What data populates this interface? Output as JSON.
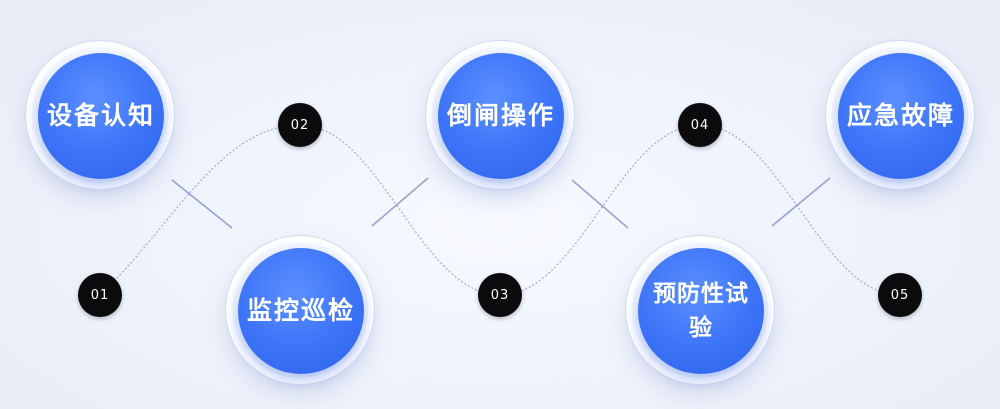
{
  "steps": [
    {
      "number": "01",
      "label": "设备认知",
      "position": "top"
    },
    {
      "number": "02",
      "label": "监控巡检",
      "position": "bottom"
    },
    {
      "number": "03",
      "label": "倒闸操作",
      "position": "top"
    },
    {
      "number": "04",
      "label": "预防性试验",
      "position": "bottom"
    },
    {
      "number": "05",
      "label": "应急故障",
      "position": "top"
    }
  ],
  "colors": {
    "circle_fill": "#3c73f7",
    "number_dot": "#0b0b0d",
    "wave_line": "#7f8fb0",
    "cross_accent": "#4a63a8"
  }
}
